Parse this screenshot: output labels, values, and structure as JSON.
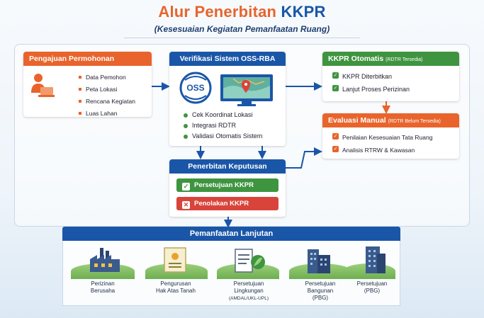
{
  "header": {
    "title_main": "Alur Penerbitan",
    "title_accent": "KKPR",
    "subtitle": "(Kesesuaian Kegiatan Pemanfaatan Ruang)"
  },
  "pengajuan": {
    "title": "Pengajuan Permohonan",
    "items": [
      "Data Pemohon",
      "Peta Lokasi",
      "Rencana Kegiatan",
      "Luas Lahan"
    ]
  },
  "verifikasi": {
    "title": "Verifikasi Sistem OSS-RBA",
    "logo_text": "OSS",
    "items": [
      "Cek Koordinat Lokasi",
      "Integrasi RDTR",
      "Validasi Otomatis Sistem"
    ]
  },
  "otomatis": {
    "title": "KKPR Otomatis",
    "note": "(RDTR Tersedia)",
    "items": [
      "KKPR Diterbitkan",
      "Lanjut Proses Perizinan"
    ]
  },
  "manual": {
    "title": "Evaluasi Manual",
    "note": "(RDTR Belum Tersedia)",
    "items": [
      "Penilaian Kesesuaian Tata Ruang",
      "Analisis RTRW & Kawasan"
    ]
  },
  "keputusan": {
    "title": "Penerbitan Keputusan",
    "approve": "Persetujuan KKPR",
    "reject": "Penolakan KKPR"
  },
  "pemanfaatan": {
    "title": "Pemanfaatan Lanjutan",
    "items": [
      {
        "line1": "Perizinan",
        "line2": "Berusaha",
        "line3": "",
        "icon": "factory-icon"
      },
      {
        "line1": "Pengurusan",
        "line2": "Hak Atas Tanah",
        "line3": "",
        "icon": "certificate-icon"
      },
      {
        "line1": "Persetujuan",
        "line2": "Lingkungan",
        "line3": "(AMDAL/UKL-UPL)",
        "icon": "environment-document-icon"
      },
      {
        "line1": "Persetujuan",
        "line2": "Bangunan",
        "line3": "(PBG)",
        "icon": "building-icon"
      },
      {
        "line1": "Persetujuan",
        "line2": "(PBG)",
        "line3": "",
        "icon": "tower-building-icon"
      }
    ]
  },
  "colors": {
    "orange": "#e8642c",
    "blue": "#1a56a8",
    "green": "#3f9440",
    "red": "#d9443a"
  }
}
